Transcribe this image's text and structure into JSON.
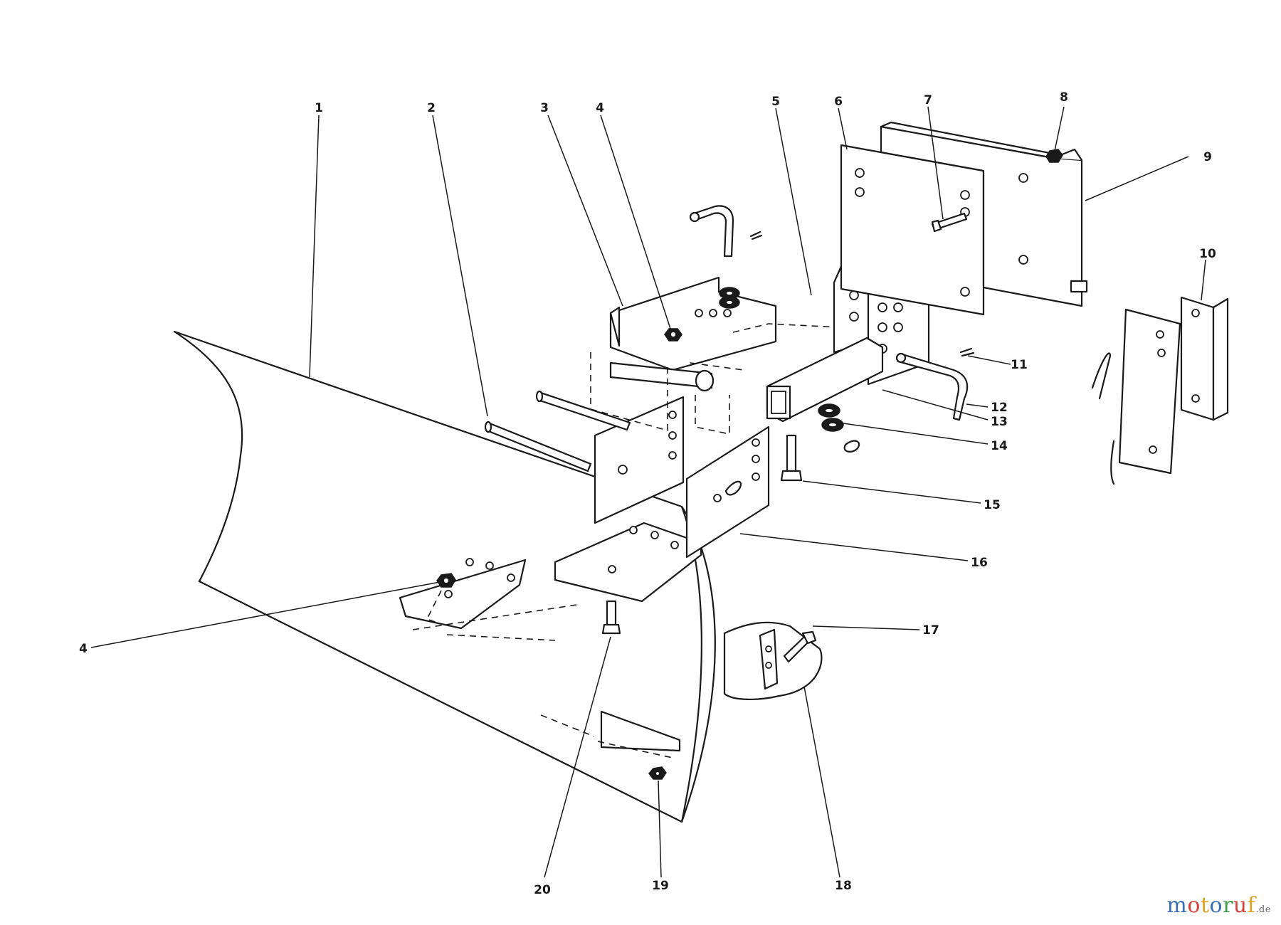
{
  "callouts": {
    "c1": "1",
    "c2": "2",
    "c3": "3",
    "c4a": "4",
    "c4b": "4",
    "c5": "5",
    "c6": "6",
    "c7": "7",
    "c8": "8",
    "c9": "9",
    "c10": "10",
    "c11": "11",
    "c12": "12",
    "c13": "13",
    "c14": "14",
    "c15": "15",
    "c16": "16",
    "c17": "17",
    "c18": "18",
    "c19": "19",
    "c20": "20"
  },
  "watermark": {
    "letters": [
      {
        "ch": "m",
        "color": "#3a6fb5"
      },
      {
        "ch": "o",
        "color": "#d8423a"
      },
      {
        "ch": "t",
        "color": "#e0a21e"
      },
      {
        "ch": "o",
        "color": "#3a6fb5"
      },
      {
        "ch": "r",
        "color": "#3c9a4a"
      },
      {
        "ch": "u",
        "color": "#d8423a"
      },
      {
        "ch": "f",
        "color": "#e0a21e"
      }
    ],
    "domain": ".de"
  }
}
